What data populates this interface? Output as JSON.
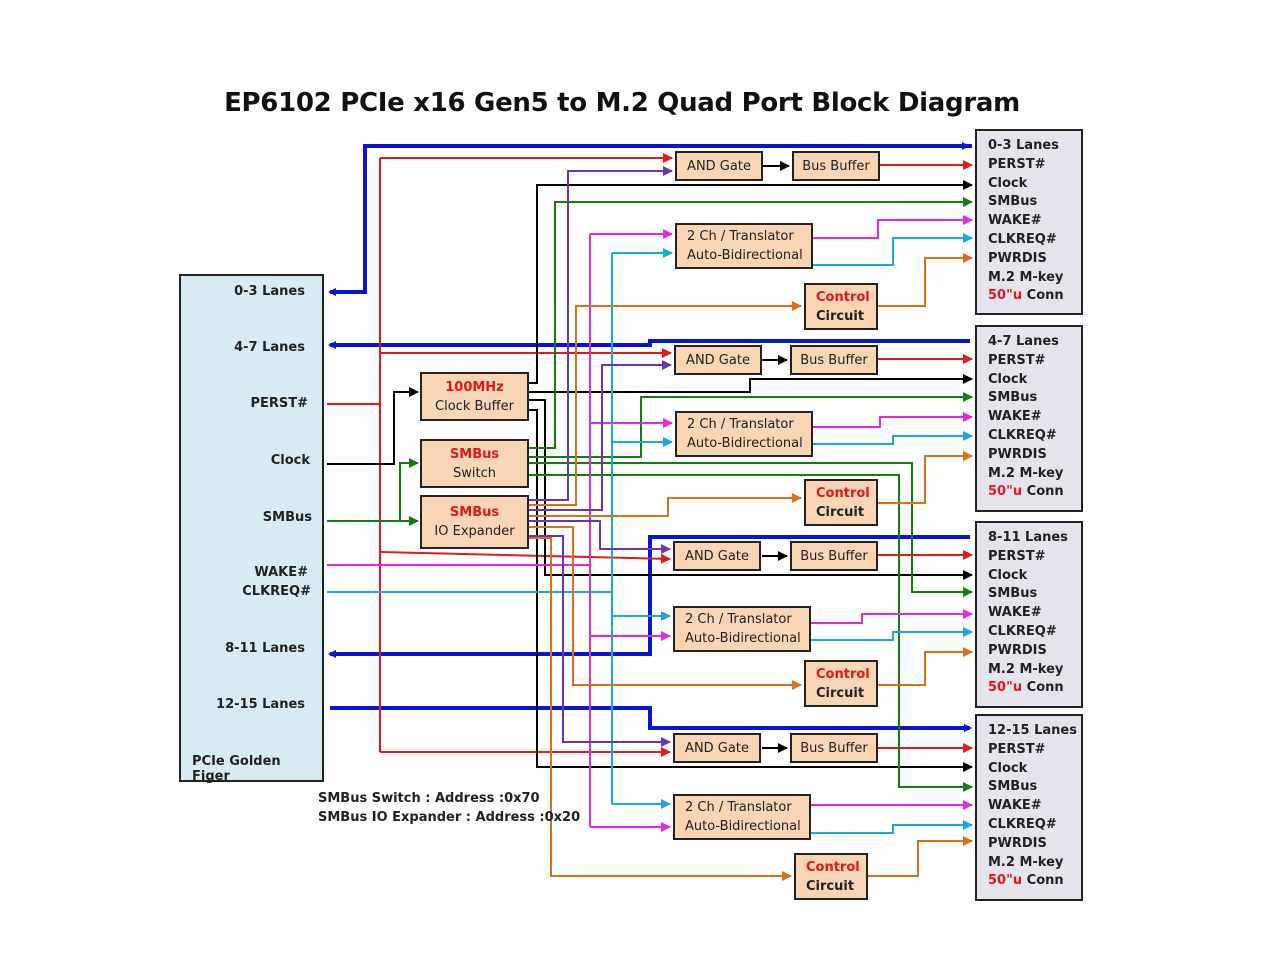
{
  "title": "EP6102 PCIe x16 Gen5 to M.2 Quad Port Block Diagram",
  "colors": {
    "lanes": "#0a14d2",
    "perst": "#e01b1b",
    "clock": "#000000",
    "smbus": "#167a16",
    "wake": "#e02be0",
    "clkreq": "#1aa6e0",
    "pwrdis": "#d9701e",
    "and_in": "#6a35b0",
    "block_fill": "#f8d5b5",
    "host_fill": "#d9ebf2",
    "m2_fill": "#e6e3ec",
    "highlight_text": "#e0181f"
  },
  "host": {
    "name": "PCIe Golden Figer",
    "signals": [
      "0-3 Lanes",
      "4-7 Lanes",
      "PERST#",
      "Clock",
      "SMBus",
      "WAKE#",
      "CLKREQ#",
      "8-11 Lanes",
      "12-15 Lanes"
    ]
  },
  "center_blocks": {
    "clock_buffer": {
      "line1": "100MHz",
      "line2": "Clock Buffer"
    },
    "smbus_switch": {
      "line1": "SMBus",
      "line2": "Switch"
    },
    "io_expander": {
      "line1": "SMBus",
      "line2": "IO Expander"
    }
  },
  "port_blocks": {
    "and_gate": "AND Gate",
    "bus_buffer": "Bus Buffer",
    "translator_line1": "2 Ch / Translator",
    "translator_line2": "Auto-Bidirectional",
    "control_line1": "Control",
    "control_line2": "Circuit"
  },
  "ports": [
    {
      "lanes": "0-3 Lanes"
    },
    {
      "lanes": "4-7 Lanes"
    },
    {
      "lanes": "8-11 Lanes"
    },
    {
      "lanes": "12-15 Lanes"
    }
  ],
  "m2_signals": [
    "PERST#",
    "Clock",
    "SMBus",
    "WAKE#",
    "CLKREQ#",
    "PWRDIS",
    "M.2 M-key"
  ],
  "m2_conn": {
    "prefix": "50\"u",
    "suffix": " Conn"
  },
  "notes": [
    "SMBus Switch : Address :0x70",
    "SMBus IO Expander : Address :0x20"
  ]
}
